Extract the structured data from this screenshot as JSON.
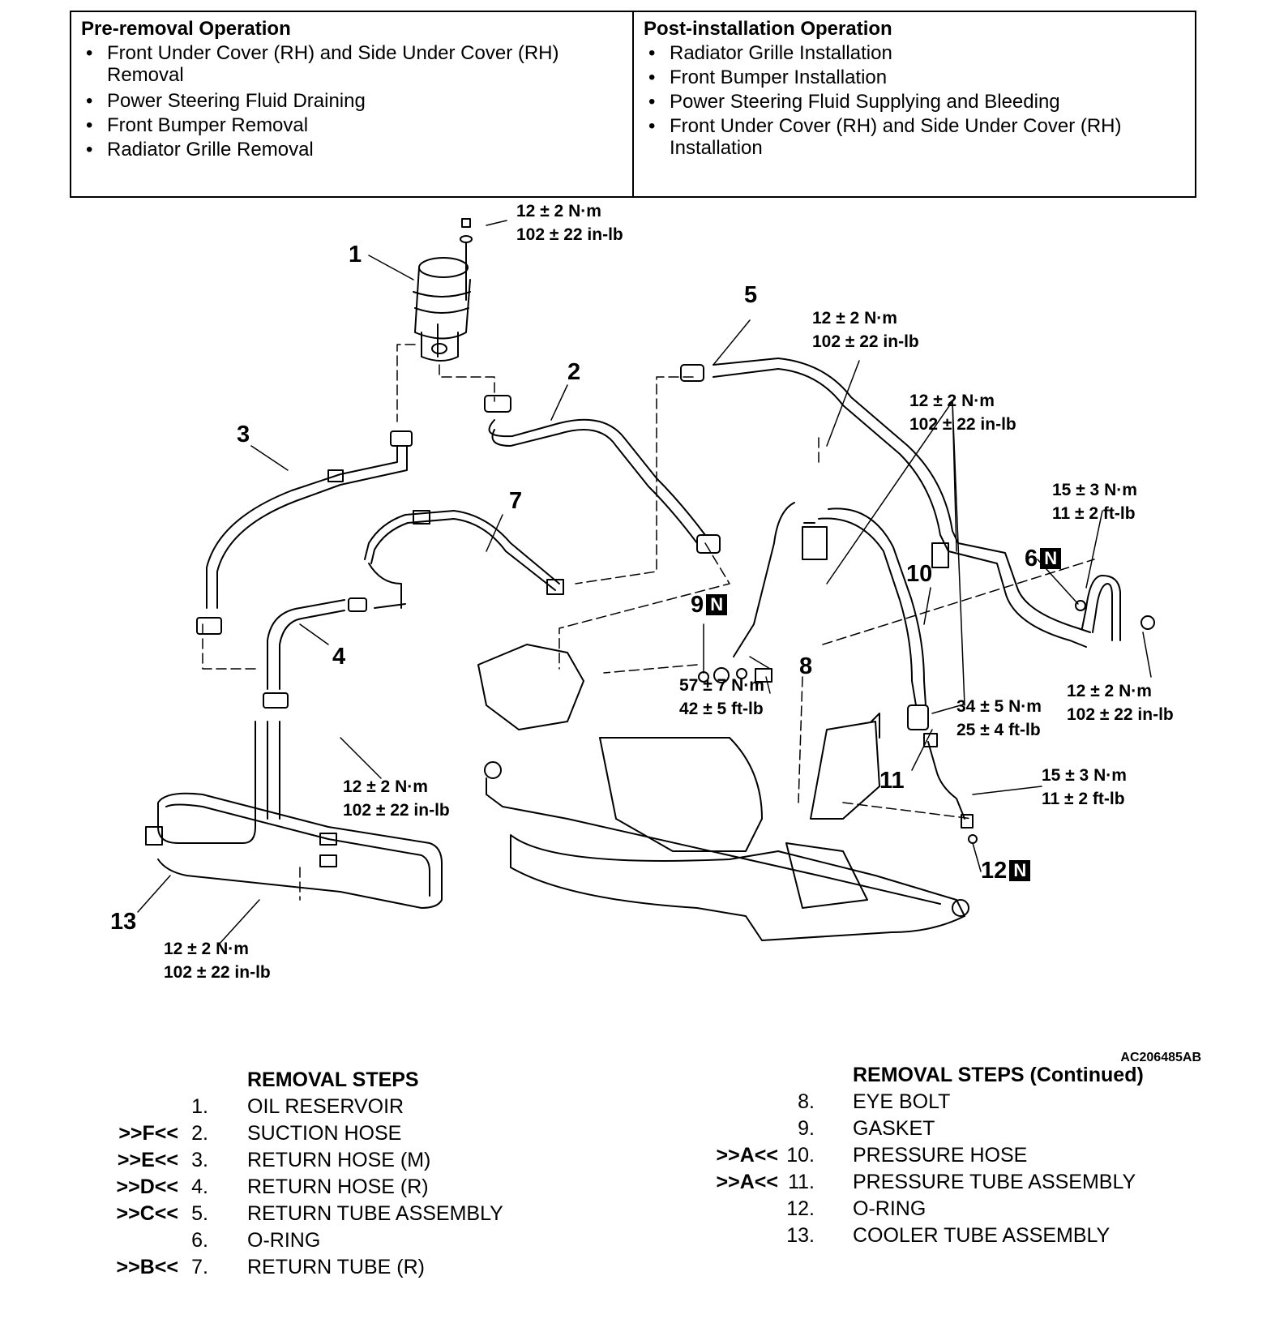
{
  "operations": {
    "pre_removal": {
      "title": "Pre-removal Operation",
      "items": [
        {
          "line1": "Front Under Cover (RH) and Side Under Cover (RH)",
          "line2": "Removal"
        },
        {
          "line1": "Power Steering Fluid Draining"
        },
        {
          "line1": "Front Bumper Removal"
        },
        {
          "line1": "Radiator Grille Removal"
        }
      ]
    },
    "post_installation": {
      "title": "Post-installation Operation",
      "items": [
        {
          "line1": "Radiator Grille Installation"
        },
        {
          "line1": "Front Bumper Installation"
        },
        {
          "line1": "Power Steering Fluid Supplying and Bleeding"
        },
        {
          "line1": "Front Under Cover (RH) and Side Under Cover (RH)",
          "line2": "Installation"
        }
      ]
    }
  },
  "diagram": {
    "callouts": [
      "1",
      "2",
      "3",
      "4",
      "5",
      "6",
      "7",
      "8",
      "9",
      "10",
      "11",
      "12",
      "13"
    ],
    "new_part_mark": "N",
    "torques": [
      {
        "metric": "12 ± 2 N·m",
        "imperial": "102 ± 22 in-lb"
      },
      {
        "metric": "12 ± 2 N·m",
        "imperial": "102 ± 22 in-lb"
      },
      {
        "metric": "12 ± 2 N·m",
        "imperial": "102 ± 22 in-lb"
      },
      {
        "metric": "15 ± 3 N·m",
        "imperial": "11 ± 2 ft-lb"
      },
      {
        "metric": "57 ± 7 N·m",
        "imperial": "42 ± 5 ft-lb"
      },
      {
        "metric": "12 ± 2 N·m",
        "imperial": "102 ± 22 in-lb"
      },
      {
        "metric": "34 ± 5 N·m",
        "imperial": "25 ± 4 ft-lb"
      },
      {
        "metric": "12 ± 2 N·m",
        "imperial": "102 ± 22 in-lb"
      },
      {
        "metric": "15 ± 3 N·m",
        "imperial": "11 ± 2 ft-lb"
      },
      {
        "metric": "12 ± 2 N·m",
        "imperial": "102 ± 22 in-lb"
      }
    ],
    "figure_code": "AC206485AB"
  },
  "removal_steps": {
    "title": "REMOVAL STEPS",
    "title_continued": "REMOVAL STEPS (Continued)",
    "left": [
      {
        "ref": "",
        "num": "1.",
        "text": "OIL RESERVOIR"
      },
      {
        "ref": ">>F<<",
        "num": "2.",
        "text": "SUCTION HOSE"
      },
      {
        "ref": ">>E<<",
        "num": "3.",
        "text": "RETURN HOSE (M)"
      },
      {
        "ref": ">>D<<",
        "num": "4.",
        "text": "RETURN HOSE (R)"
      },
      {
        "ref": ">>C<<",
        "num": "5.",
        "text": "RETURN TUBE ASSEMBLY"
      },
      {
        "ref": "",
        "num": "6.",
        "text": "O-RING"
      },
      {
        "ref": ">>B<<",
        "num": "7.",
        "text": "RETURN TUBE (R)"
      }
    ],
    "right": [
      {
        "ref": "",
        "num": "8.",
        "text": "EYE BOLT"
      },
      {
        "ref": "",
        "num": "9.",
        "text": "GASKET"
      },
      {
        "ref": ">>A<<",
        "num": "10.",
        "text": "PRESSURE HOSE"
      },
      {
        "ref": ">>A<<",
        "num": "11.",
        "text": "PRESSURE TUBE ASSEMBLY"
      },
      {
        "ref": "",
        "num": "12.",
        "text": "O-RING"
      },
      {
        "ref": "",
        "num": "13.",
        "text": "COOLER TUBE ASSEMBLY"
      }
    ]
  }
}
